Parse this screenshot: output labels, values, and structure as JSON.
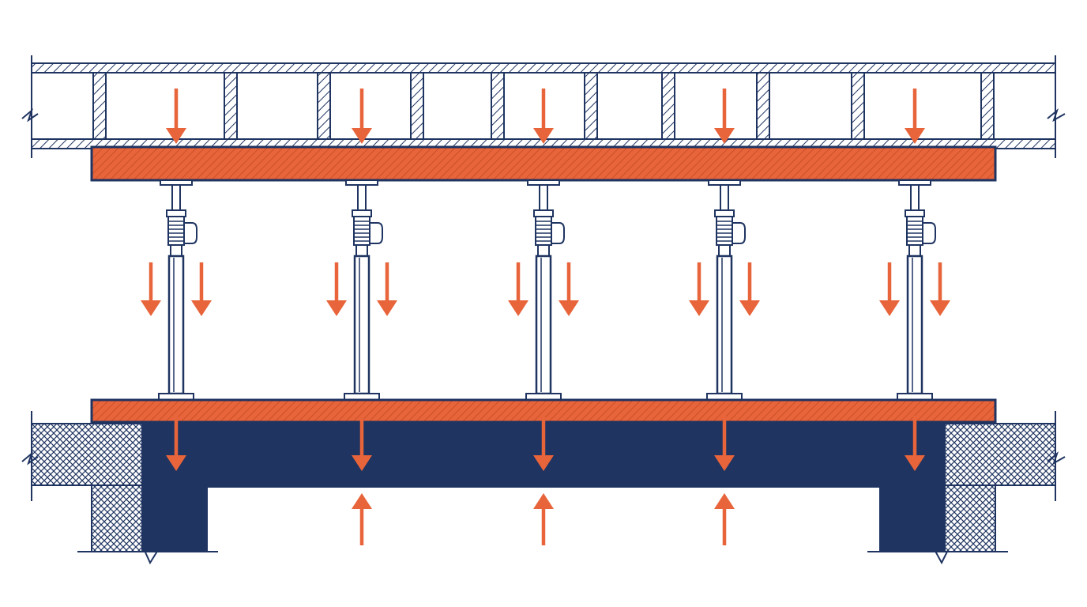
{
  "diagram": {
    "kind": "shoring-load-path",
    "colors": {
      "navy": "#1f3461",
      "orange": "#e8643a",
      "line": "#1f3461",
      "background": "#ffffff"
    },
    "components": [
      "upper-slab-deck",
      "top-beam",
      "adjustable-steel-props",
      "bottom-beam",
      "foundation-beam",
      "side-masonry-supports"
    ],
    "prop_count": 5,
    "load_arrows": {
      "downward_into_top_beam": 5,
      "downward_beside_props_pairs": 5,
      "downward_into_foundation": 5,
      "upward_reaction": 3
    },
    "icons": [
      "arrow-down-icon",
      "arrow-up-icon",
      "break-line-icon"
    ]
  }
}
